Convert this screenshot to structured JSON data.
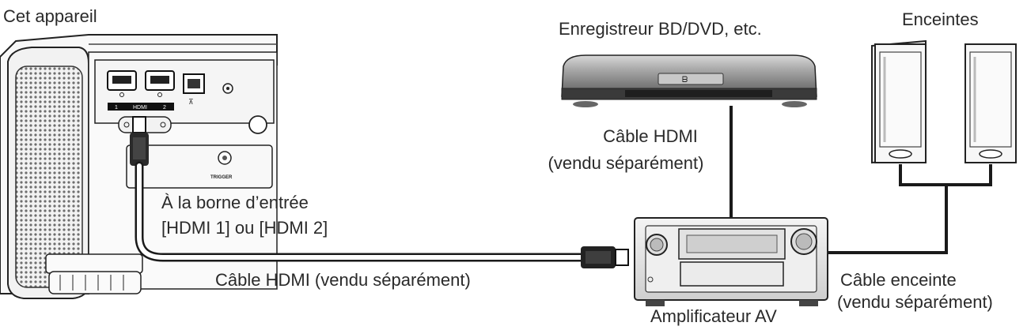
{
  "labels": {
    "device": "Cet appareil",
    "recorder": "Enregistreur BD/DVD, etc.",
    "speakers": "Enceintes",
    "hdmi_cable_top_1": "Câble HDMI",
    "hdmi_cable_top_2": "(vendu séparément)",
    "input_terminal_1": "À la borne d’entrée",
    "input_terminal_2": "[HDMI 1] ou [HDMI 2]",
    "hdmi_cable_bottom": "Câble HDMI (vendu séparément)",
    "amplifier": "Amplificateur AV",
    "speaker_cable_1": "Câble enceinte",
    "speaker_cable_2": "(vendu séparément)"
  },
  "panel_text": {
    "hdmi_port_label": "HDMI",
    "port_1": "1",
    "port_2": "2",
    "trigger": "TRIGGER"
  },
  "colors": {
    "line": "#1a1a1a",
    "device_body": "#f7f7f7",
    "grille": "#8a8a8a",
    "recorder_body": "#9a9a9a",
    "recorder_dark": "#3a3a3a",
    "amp_body": "#e8e8e8",
    "speaker_body": "#f2f2f2",
    "label_text": "#2a2a2a"
  }
}
